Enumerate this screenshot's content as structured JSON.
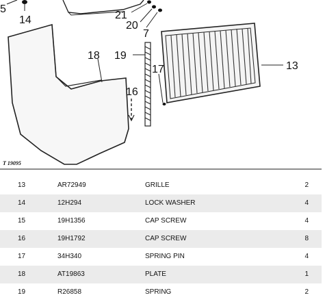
{
  "diagram": {
    "figure_code": "T 19095",
    "callouts": [
      "5",
      "14",
      "21",
      "20",
      "7",
      "18",
      "19",
      "16",
      "17",
      "13"
    ]
  },
  "parts": [
    {
      "item": "13",
      "part": "AR72949",
      "desc": "GRILLE",
      "qty": "2"
    },
    {
      "item": "14",
      "part": "12H294",
      "desc": "LOCK WASHER",
      "qty": "4"
    },
    {
      "item": "15",
      "part": "19H1356",
      "desc": "CAP SCREW",
      "qty": "4"
    },
    {
      "item": "16",
      "part": "19H1792",
      "desc": "CAP SCREW",
      "qty": "8"
    },
    {
      "item": "17",
      "part": "34H340",
      "desc": "SPRING PIN",
      "qty": "4"
    },
    {
      "item": "18",
      "part": "AT19863",
      "desc": "PLATE",
      "qty": "1"
    },
    {
      "item": "19",
      "part": "R26858",
      "desc": "SPRING",
      "qty": "2"
    }
  ]
}
